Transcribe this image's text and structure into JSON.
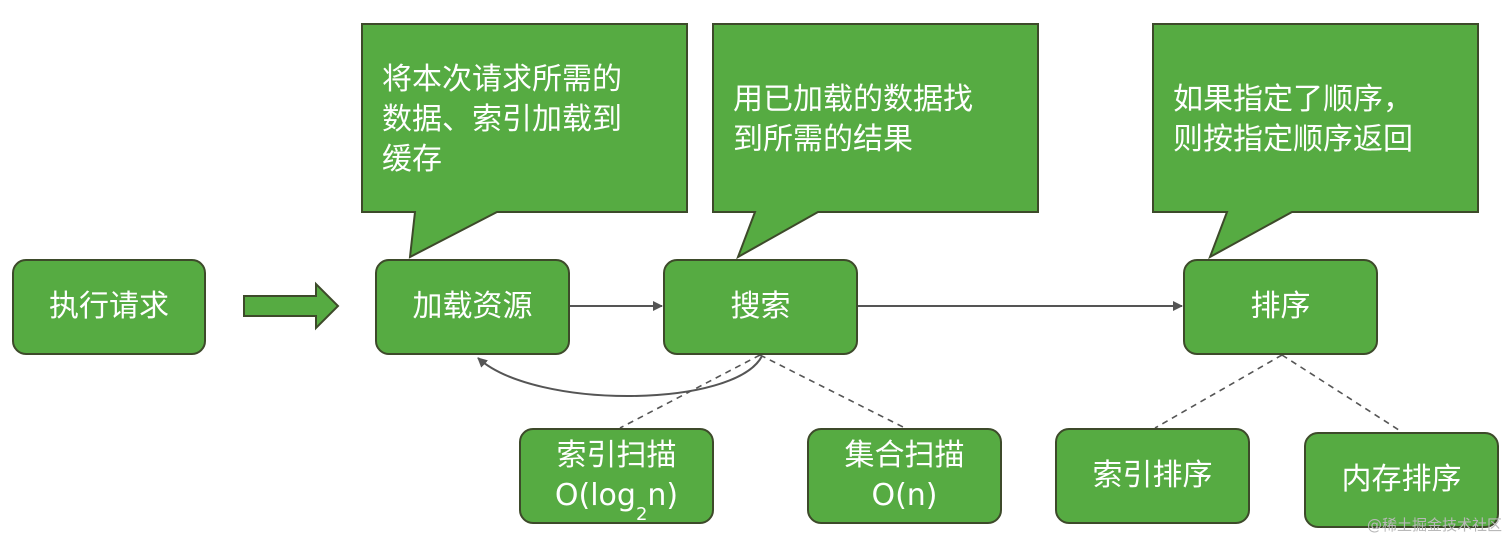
{
  "colors": {
    "fill": "#56ab42",
    "stroke": "#3d4a2a",
    "text": "#ffffff",
    "arrow": "#555555"
  },
  "nodes": {
    "execute": "执行请求",
    "load": "加载资源",
    "search": "搜索",
    "sort": "排序",
    "index_scan": {
      "line1": "索引扫描",
      "line2_prefix": "O(log",
      "line2_sub": "2",
      "line2_suffix": "n)"
    },
    "set_scan": {
      "line1": "集合扫描",
      "line2": "O(n)"
    },
    "index_sort": "索引排序",
    "memory_sort": "内存排序"
  },
  "callouts": {
    "load": "将本次请求所需的\n数据、索引加载到\n缓存",
    "search": "用已加载的数据找\n到所需的结果",
    "sort": "如果指定了顺序，\n则按指定顺序返回"
  },
  "watermark": "@稀土掘金技术社区"
}
